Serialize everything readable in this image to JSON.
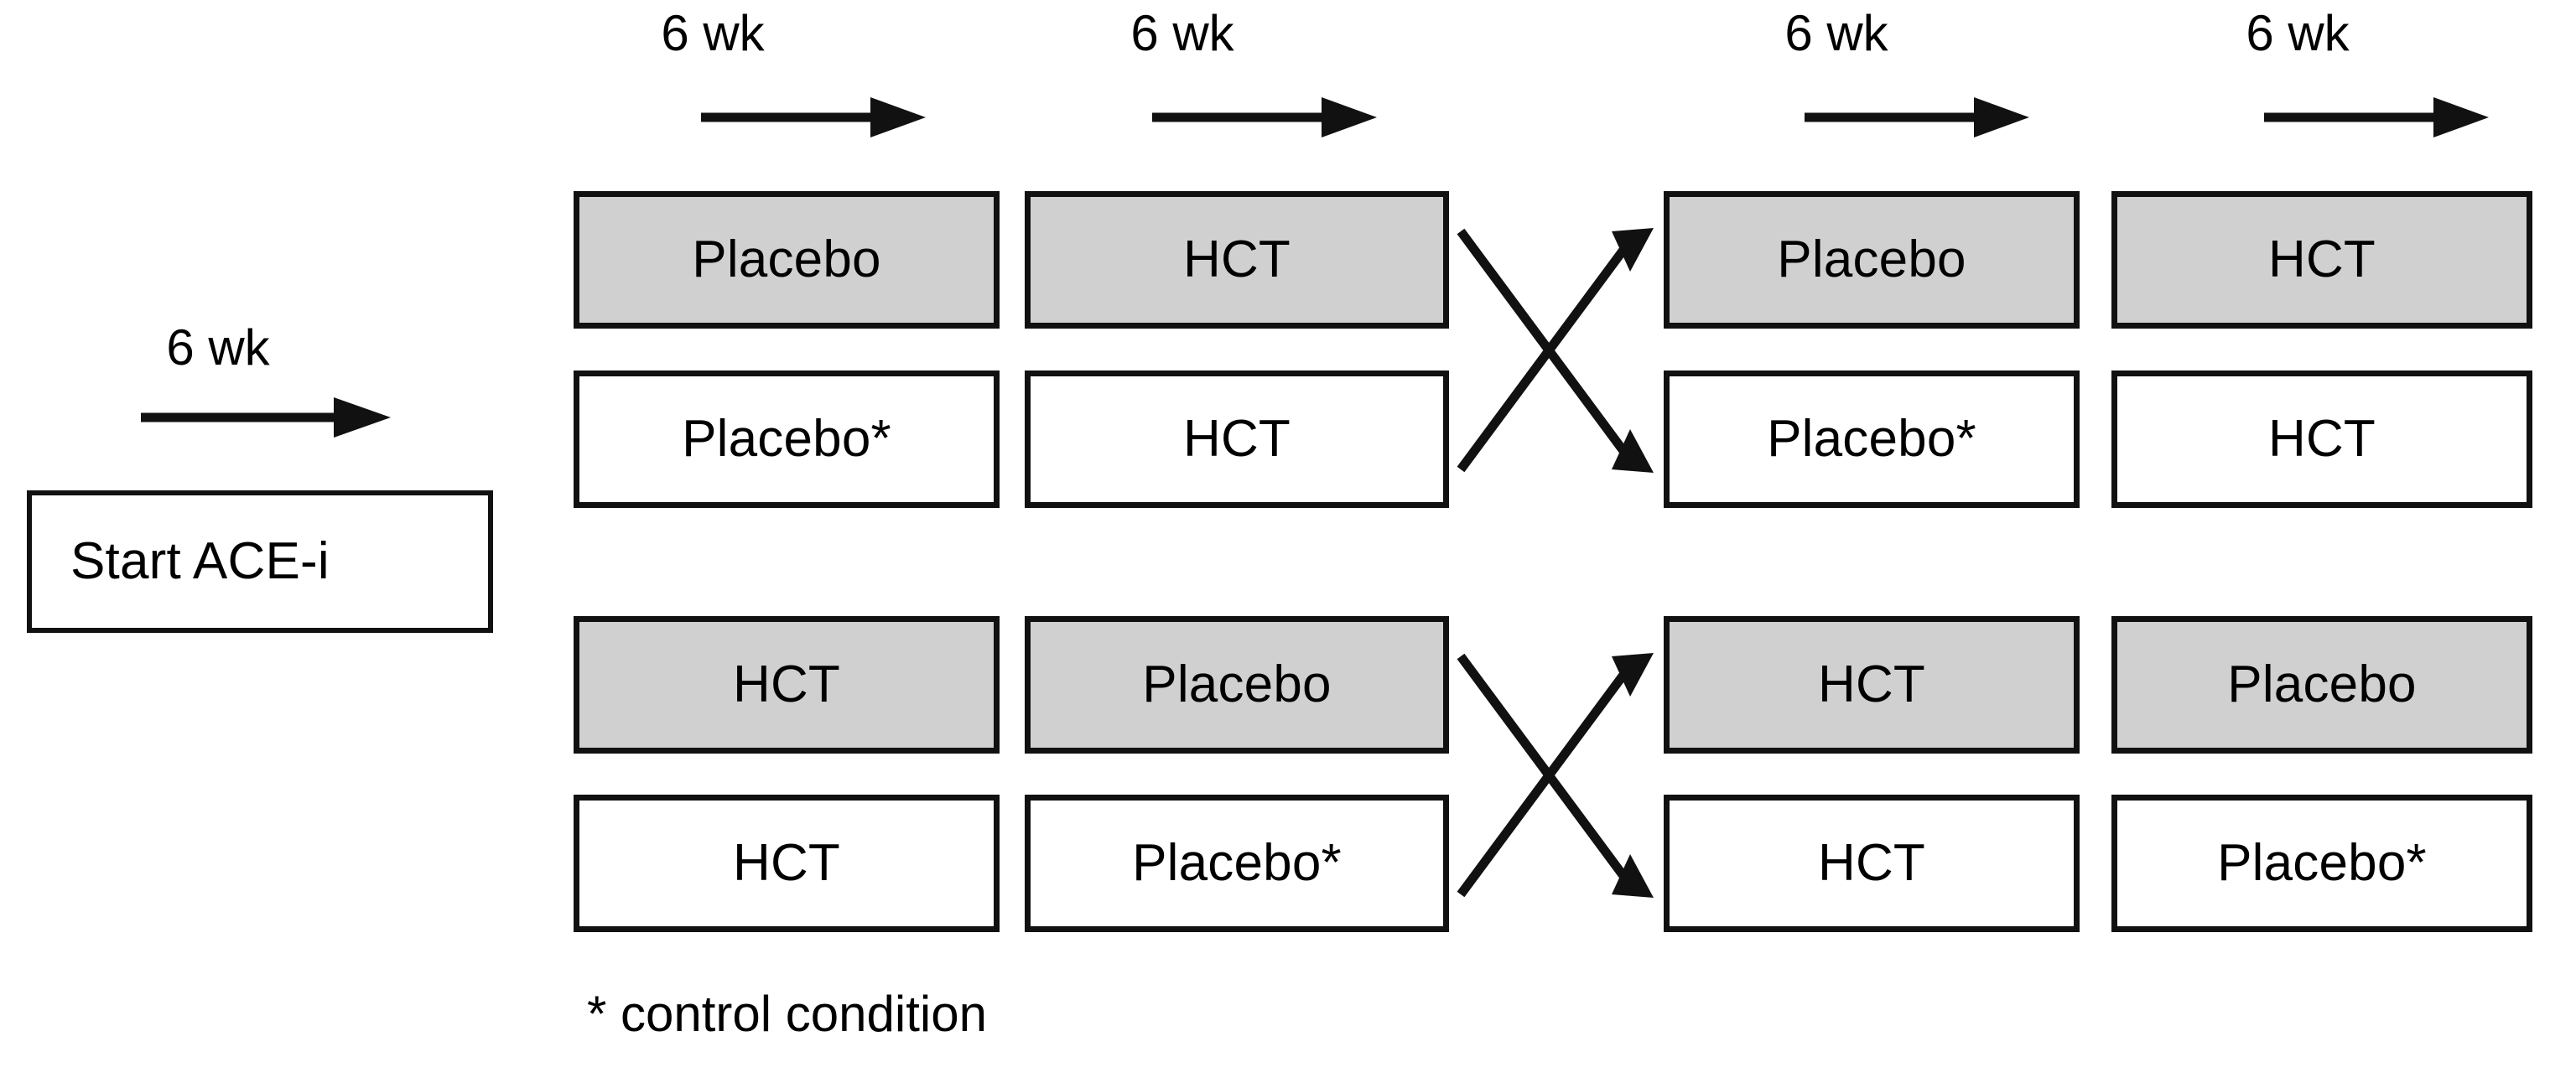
{
  "figure": {
    "type": "crossover-trial-flow-diagram",
    "footnote": "* control condition",
    "colors": {
      "shaded_fill": "#d0d0d0",
      "unshaded_fill": "#ffffff",
      "stroke": "#111111",
      "text": "#000000"
    }
  },
  "run_in": {
    "duration_label": "6 wk",
    "box_label": "Start ACE-i"
  },
  "periods": [
    {
      "index": 1,
      "duration_label": "6 wk"
    },
    {
      "index": 2,
      "duration_label": "6 wk"
    },
    {
      "index": 3,
      "duration_label": "6 wk"
    },
    {
      "index": 4,
      "duration_label": "6 wk"
    }
  ],
  "sequences": [
    {
      "name": "sequence-a",
      "rows": [
        {
          "name": "row-shaded",
          "shaded": true,
          "cells": [
            "Placebo",
            "HCT",
            "Placebo",
            "HCT"
          ]
        },
        {
          "name": "row-unshaded",
          "shaded": false,
          "cells": [
            "Placebo*",
            "HCT",
            "Placebo*",
            "HCT"
          ]
        }
      ],
      "crossover": {
        "name": "crossover-a",
        "up_arrow": "shaded-to-unshaded-swap",
        "down_arrow": "unshaded-to-shaded-swap"
      }
    },
    {
      "name": "sequence-b",
      "rows": [
        {
          "name": "row-shaded",
          "shaded": true,
          "cells": [
            "HCT",
            "Placebo",
            "HCT",
            "Placebo"
          ]
        },
        {
          "name": "row-unshaded",
          "shaded": false,
          "cells": [
            "HCT",
            "Placebo*",
            "HCT",
            "Placebo*"
          ]
        }
      ],
      "crossover": {
        "name": "crossover-b",
        "up_arrow": "shaded-to-unshaded-swap",
        "down_arrow": "unshaded-to-shaded-swap"
      }
    }
  ],
  "icons": {
    "right_arrow": "arrow-right-icon",
    "crossover": "crossover-arrows-icon"
  }
}
